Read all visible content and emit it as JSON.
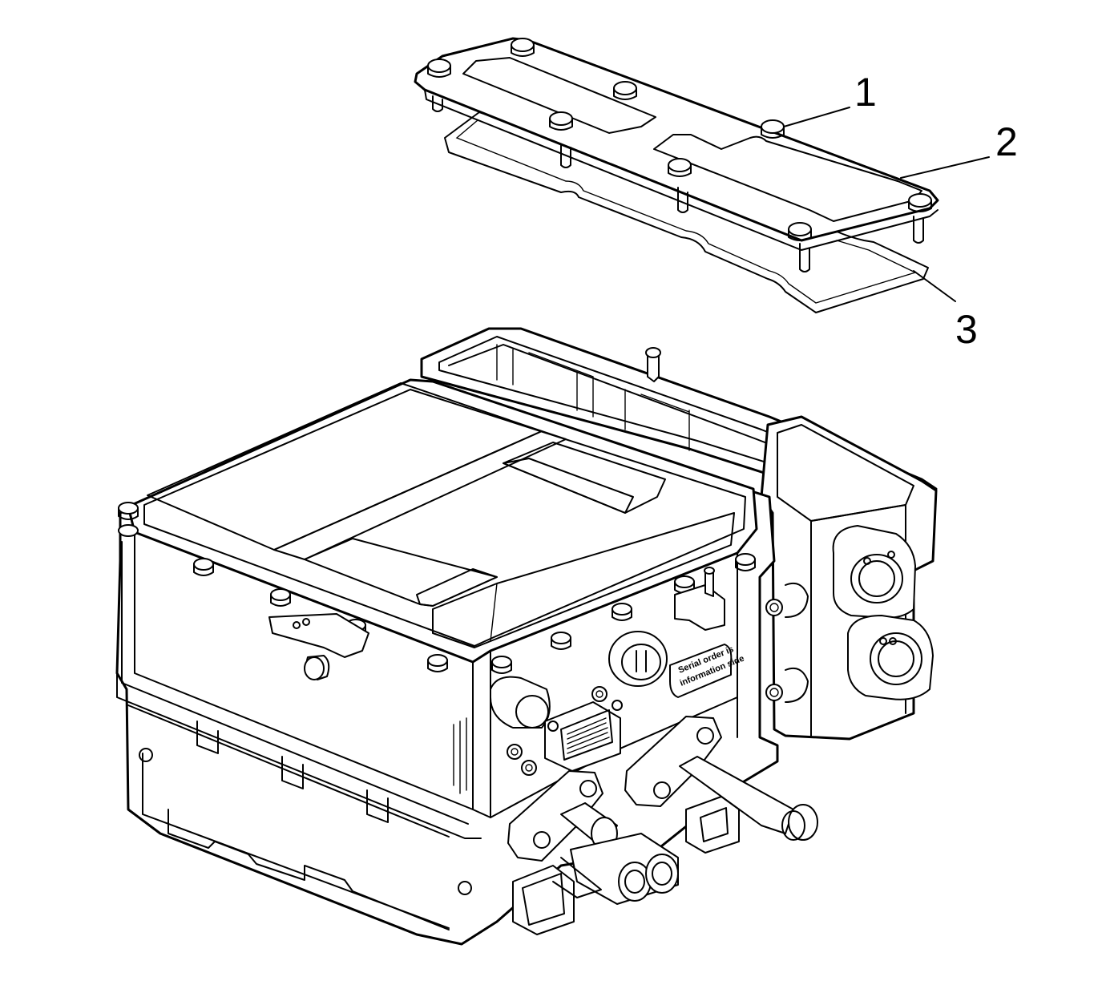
{
  "callouts": [
    {
      "id": "1",
      "label": "1"
    },
    {
      "id": "2",
      "label": "2"
    },
    {
      "id": "3",
      "label": "3"
    }
  ],
  "data_plate": {
    "line1": "Serial order is",
    "line2": "information side"
  }
}
